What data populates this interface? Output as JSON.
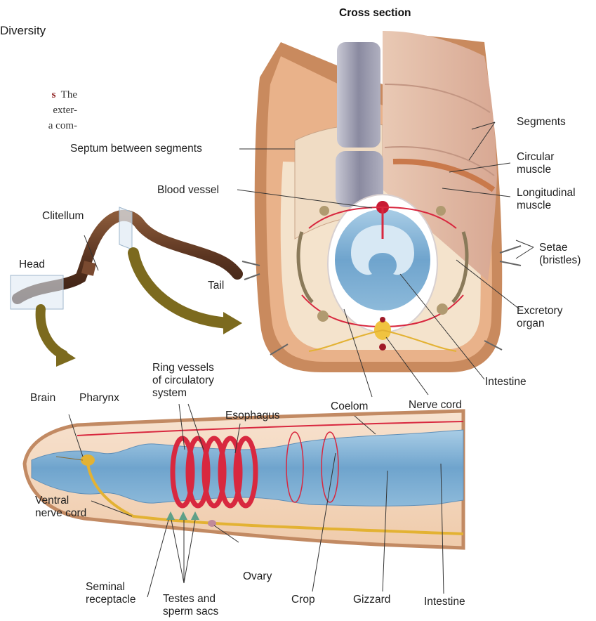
{
  "page_fragments": {
    "title_fragment": "Diversity",
    "body_accent": "s",
    "body_line1": "The",
    "body_line2": "exter-",
    "body_line3": "a com-"
  },
  "cross_section": {
    "heading": "Cross section",
    "labels": {
      "segments": "Segments",
      "circular_muscle": "Circular\nmuscle",
      "longitudinal_muscle": "Longitudinal\nmuscle",
      "setae": "Setae\n(bristles)",
      "excretory_organ": "Excretory\norgan",
      "intestine": "Intestine",
      "nerve_cord": "Nerve cord",
      "coelom": "Coelom",
      "septum": "Septum between segments",
      "blood_vessel": "Blood vessel"
    }
  },
  "whole_worm": {
    "labels": {
      "clitellum": "Clitellum",
      "head": "Head",
      "tail": "Tail"
    }
  },
  "internal_anatomy": {
    "labels": {
      "ring_vessels": "Ring vessels\nof circulatory\nsystem",
      "brain": "Brain",
      "pharynx": "Pharynx",
      "esophagus": "Esophagus",
      "ventral_nerve_cord": "Ventral\nnerve cord",
      "seminal_receptacle": "Seminal\nreceptacle",
      "testes": "Testes and\nsperm sacs",
      "ovary": "Ovary",
      "crop": "Crop",
      "gizzard": "Gizzard",
      "intestine": "Intestine"
    }
  },
  "colors": {
    "muscle": "#d98a5a",
    "skin": "#f2d3b8",
    "gut": "#7fb1d6",
    "vessel": "#d8283f",
    "nerve": "#e3b233",
    "arrow": "#7c6a1e"
  }
}
